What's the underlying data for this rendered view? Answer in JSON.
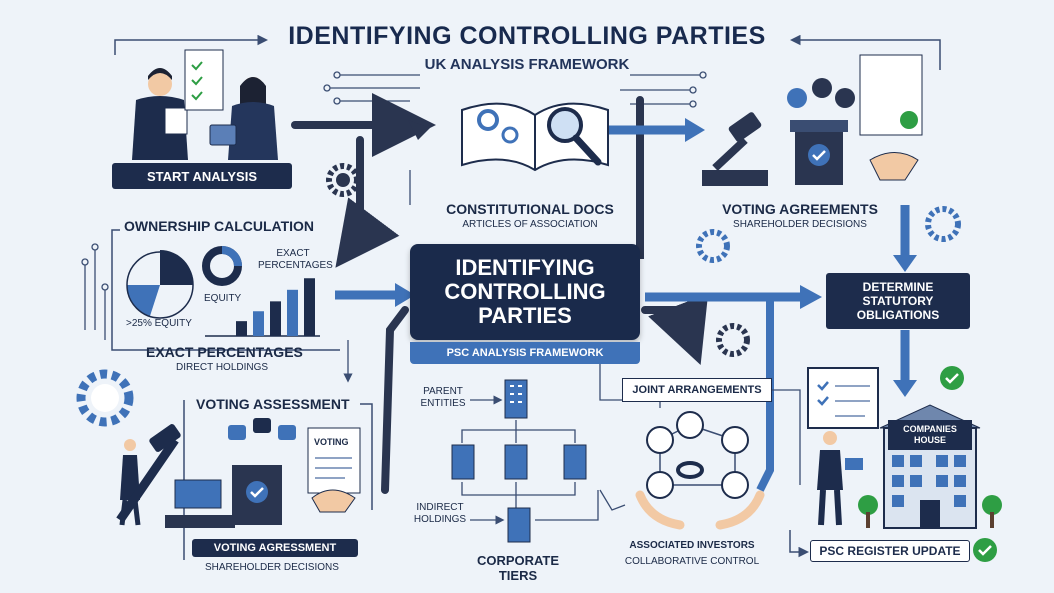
{
  "header": {
    "title": "IDENTIFYING CONTROLLING PARTIES",
    "subtitle": "UK ANALYSIS FRAMEWORK"
  },
  "start": {
    "label": "START ANALYSIS"
  },
  "constitutional": {
    "title": "CONSTITUTIONAL DOCS",
    "subtitle": "ARTICLES OF ASSOCIATION"
  },
  "voting_agreements": {
    "title": "VOTING AGREEMENTS",
    "subtitle": "SHAREHOLDER DECISIONS"
  },
  "ownership": {
    "title": "OWNERSHIP CALCULATION",
    "exact_label": "EXACT PERCENTAGES",
    "equity_label": "EQUITY",
    "threshold_label": ">25% EQUITY",
    "footer_title": "EXACT PERCENTAGES",
    "footer_subtitle": "DIRECT HOLDINGS"
  },
  "center": {
    "title": "IDENTIFYING CONTROLLING PARTIES",
    "band": "PSC ANALYSIS FRAMEWORK"
  },
  "statutory": {
    "label": "DETERMINE STATUTORY OBLIGATIONS"
  },
  "voting_assessment": {
    "title": "VOTING ASSESSMENT",
    "doc_label": "VOTING",
    "footer_pill": "VOTING AGRESSMENT",
    "footer_subtitle": "SHAREHOLDER DECISIONS"
  },
  "corporate": {
    "parent_label": "PARENT ENTITIES",
    "indirect_label": "INDIRECT HOLDINGS",
    "tiers_label": "CORPORATE TIERS"
  },
  "joint": {
    "label": "JOINT ARRANGEMENTS",
    "footer_title": "ASSOCIATED INVESTORS",
    "footer_subtitle": "COLLABORATIVE CONTROL"
  },
  "companies_house": {
    "sign": "COMPANIES HOUSE"
  },
  "register": {
    "label": "PSC REGISTER UPDATE"
  },
  "colors": {
    "navy": "#1d2c4c",
    "blue": "#3f72b8",
    "green": "#2e9e44"
  },
  "chart_data": {
    "type": "bar",
    "values": [
      18,
      30,
      42,
      56,
      70
    ],
    "ylim": [
      0,
      80
    ]
  }
}
